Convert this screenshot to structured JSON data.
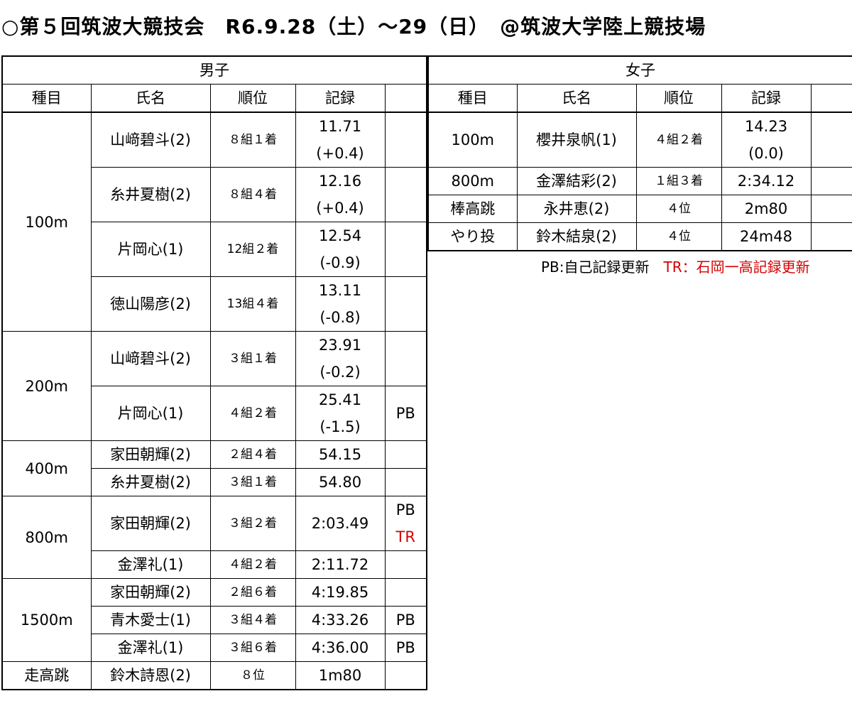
{
  "title": "○第５回筑波大競技会　R6.9.28（土）～29（日）　@筑波大学陸上競技場",
  "men": {
    "section_label": "男子",
    "columns": [
      "種目",
      "氏名",
      "順位",
      "記録",
      ""
    ],
    "rows": [
      {
        "event": "100m",
        "name": "山﨑碧斗(2)",
        "place": "８組１着",
        "record": "11.71",
        "wind": "(+0.4)",
        "note": ""
      },
      {
        "event": "",
        "name": "糸井夏樹(2)",
        "place": "８組４着",
        "record": "12.16",
        "wind": "(+0.4)",
        "note": ""
      },
      {
        "event": "",
        "name": "片岡心(1)",
        "place": "12組２着",
        "record": "12.54",
        "wind": "(-0.9)",
        "note": ""
      },
      {
        "event": "",
        "name": "徳山陽彦(2)",
        "place": "13組４着",
        "record": "13.11",
        "wind": "(-0.8)",
        "note": ""
      },
      {
        "event": "200m",
        "name": "山﨑碧斗(2)",
        "place": "３組１着",
        "record": "23.91",
        "wind": "(-0.2)",
        "note": ""
      },
      {
        "event": "",
        "name": "片岡心(1)",
        "place": "４組２着",
        "record": "25.41",
        "wind": "(-1.5)",
        "note": "PB"
      },
      {
        "event": "400m",
        "name": "家田朝輝(2)",
        "place": "２組４着",
        "record": "54.15",
        "note": ""
      },
      {
        "event": "",
        "name": "糸井夏樹(2)",
        "place": "３組１着",
        "record": "54.80",
        "note": ""
      },
      {
        "event": "800m",
        "name": "家田朝輝(2)",
        "place": "３組２着",
        "record": "2:03.49",
        "note": "PB",
        "note2": "TR"
      },
      {
        "event": "",
        "name": "金澤礼(1)",
        "place": "４組２着",
        "record": "2:11.72",
        "note": ""
      },
      {
        "event": "1500m",
        "name": "家田朝輝(2)",
        "place": "２組６着",
        "record": "4:19.85",
        "note": ""
      },
      {
        "event": "",
        "name": "青木愛士(1)",
        "place": "３組４着",
        "record": "4:33.26",
        "note": "PB"
      },
      {
        "event": "",
        "name": "金澤礼(1)",
        "place": "３組６着",
        "record": "4:36.00",
        "note": "PB"
      },
      {
        "event": "走高跳",
        "name": "鈴木詩恩(2)",
        "place": "８位",
        "record": "1m80",
        "note": ""
      }
    ]
  },
  "women": {
    "section_label": "女子",
    "columns": [
      "種目",
      "氏名",
      "順位",
      "記録",
      ""
    ],
    "rows": [
      {
        "event": "100m",
        "name": "櫻井泉帆(1)",
        "place": "４組２着",
        "record": "14.23",
        "wind": "(0.0)",
        "note": ""
      },
      {
        "event": "800m",
        "name": "金澤結彩(2)",
        "place": "１組３着",
        "record": "2:34.12",
        "note": ""
      },
      {
        "event": "棒高跳",
        "name": "永井恵(2)",
        "place": "４位",
        "record": "2m80",
        "note": ""
      },
      {
        "event": "やり投",
        "name": "鈴木結泉(2)",
        "place": "４位",
        "record": "24m48",
        "note": ""
      }
    ]
  },
  "legend": {
    "pb": "PB:自己記録更新",
    "tr": "TR：石岡一高記録更新"
  },
  "colors": {
    "accent_red": "#d40000"
  }
}
